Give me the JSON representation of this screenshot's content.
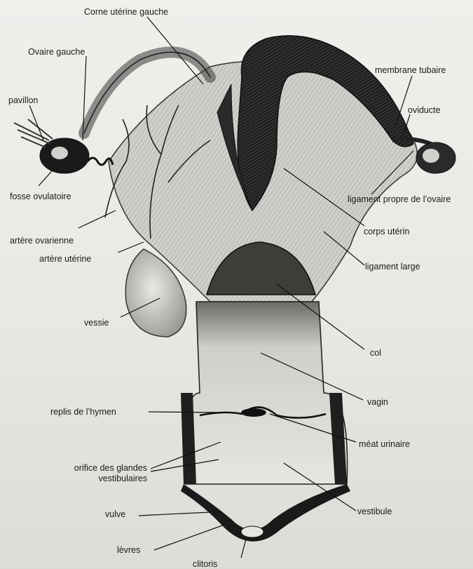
{
  "labels": {
    "corne_uterine_gauche": "Corne utérine gauche",
    "ovaire_gauche": "Ovaire gauche",
    "pavillon": "pavillon",
    "fosse_ovulatoire": "fosse ovulatoire",
    "artere_ovarienne": "artère ovarienne",
    "artere_uterine": "artère utérine",
    "vessie": "vessie",
    "replis_hymen": "replis de l’hymen",
    "orifice_glandes_line1": "orifice des glandes",
    "orifice_glandes_line2": "vestibulaires",
    "vulve": "vulve",
    "levres": "lèvres",
    "clitoris": "clitoris",
    "membrane_tubaire": "membrane tubaire",
    "oviducte": "oviducte",
    "ligament_propre_ovaire": "ligament propre de l’ovaire",
    "corps_uterin": "corps utérin",
    "ligament_large": "ligament large",
    "col": "col",
    "vagin": "vagin",
    "meat_urinaire": "méat urinaire",
    "vestibule": "vestibule"
  },
  "colors": {
    "background": "#ebebe7",
    "tissue_light": "#d8d8d4",
    "tissue_dark": "#1c1c1c",
    "leader_line": "#111111"
  }
}
